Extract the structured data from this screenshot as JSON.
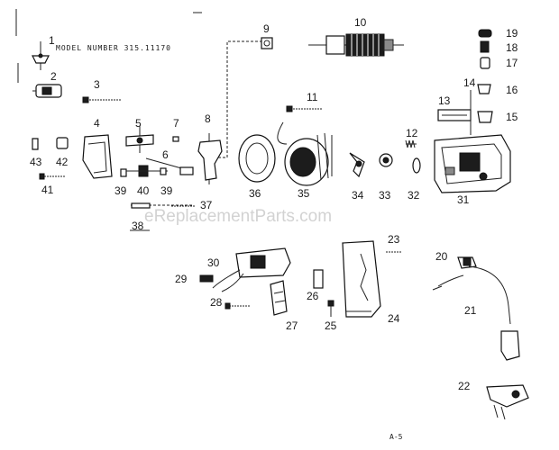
{
  "header": {
    "model_label": "MODEL NUMBER 315.11170"
  },
  "footer": {
    "sheet_label": "A-5"
  },
  "watermark": {
    "text": "eReplacementParts.com"
  },
  "callouts": [
    {
      "id": "c1",
      "text": "1"
    },
    {
      "id": "c2",
      "text": "2"
    },
    {
      "id": "c3",
      "text": "3"
    },
    {
      "id": "c4",
      "text": "4"
    },
    {
      "id": "c5",
      "text": "5"
    },
    {
      "id": "c6",
      "text": "6"
    },
    {
      "id": "c7",
      "text": "7"
    },
    {
      "id": "c8",
      "text": "8"
    },
    {
      "id": "c9",
      "text": "9"
    },
    {
      "id": "c10",
      "text": "10"
    },
    {
      "id": "c11",
      "text": "11"
    },
    {
      "id": "c12",
      "text": "12"
    },
    {
      "id": "c13",
      "text": "13"
    },
    {
      "id": "c14",
      "text": "14"
    },
    {
      "id": "c15",
      "text": "15"
    },
    {
      "id": "c16",
      "text": "16"
    },
    {
      "id": "c17",
      "text": "17"
    },
    {
      "id": "c18",
      "text": "18"
    },
    {
      "id": "c19",
      "text": "19"
    },
    {
      "id": "c20",
      "text": "20"
    },
    {
      "id": "c21",
      "text": "21"
    },
    {
      "id": "c22",
      "text": "22"
    },
    {
      "id": "c23",
      "text": "23"
    },
    {
      "id": "c24",
      "text": "24"
    },
    {
      "id": "c25",
      "text": "25"
    },
    {
      "id": "c26",
      "text": "26"
    },
    {
      "id": "c27",
      "text": "27"
    },
    {
      "id": "c28",
      "text": "28"
    },
    {
      "id": "c29",
      "text": "29"
    },
    {
      "id": "c30",
      "text": "30"
    },
    {
      "id": "c31",
      "text": "31"
    },
    {
      "id": "c32",
      "text": "32"
    },
    {
      "id": "c33",
      "text": "33"
    },
    {
      "id": "c34",
      "text": "34"
    },
    {
      "id": "c35",
      "text": "35"
    },
    {
      "id": "c36",
      "text": "36"
    },
    {
      "id": "c37",
      "text": "37"
    },
    {
      "id": "c38",
      "text": "38"
    },
    {
      "id": "c39a",
      "text": "39"
    },
    {
      "id": "c39b",
      "text": "39"
    },
    {
      "id": "c40",
      "text": "40"
    },
    {
      "id": "c41",
      "text": "41"
    },
    {
      "id": "c42",
      "text": "42"
    },
    {
      "id": "c43",
      "text": "43"
    }
  ]
}
